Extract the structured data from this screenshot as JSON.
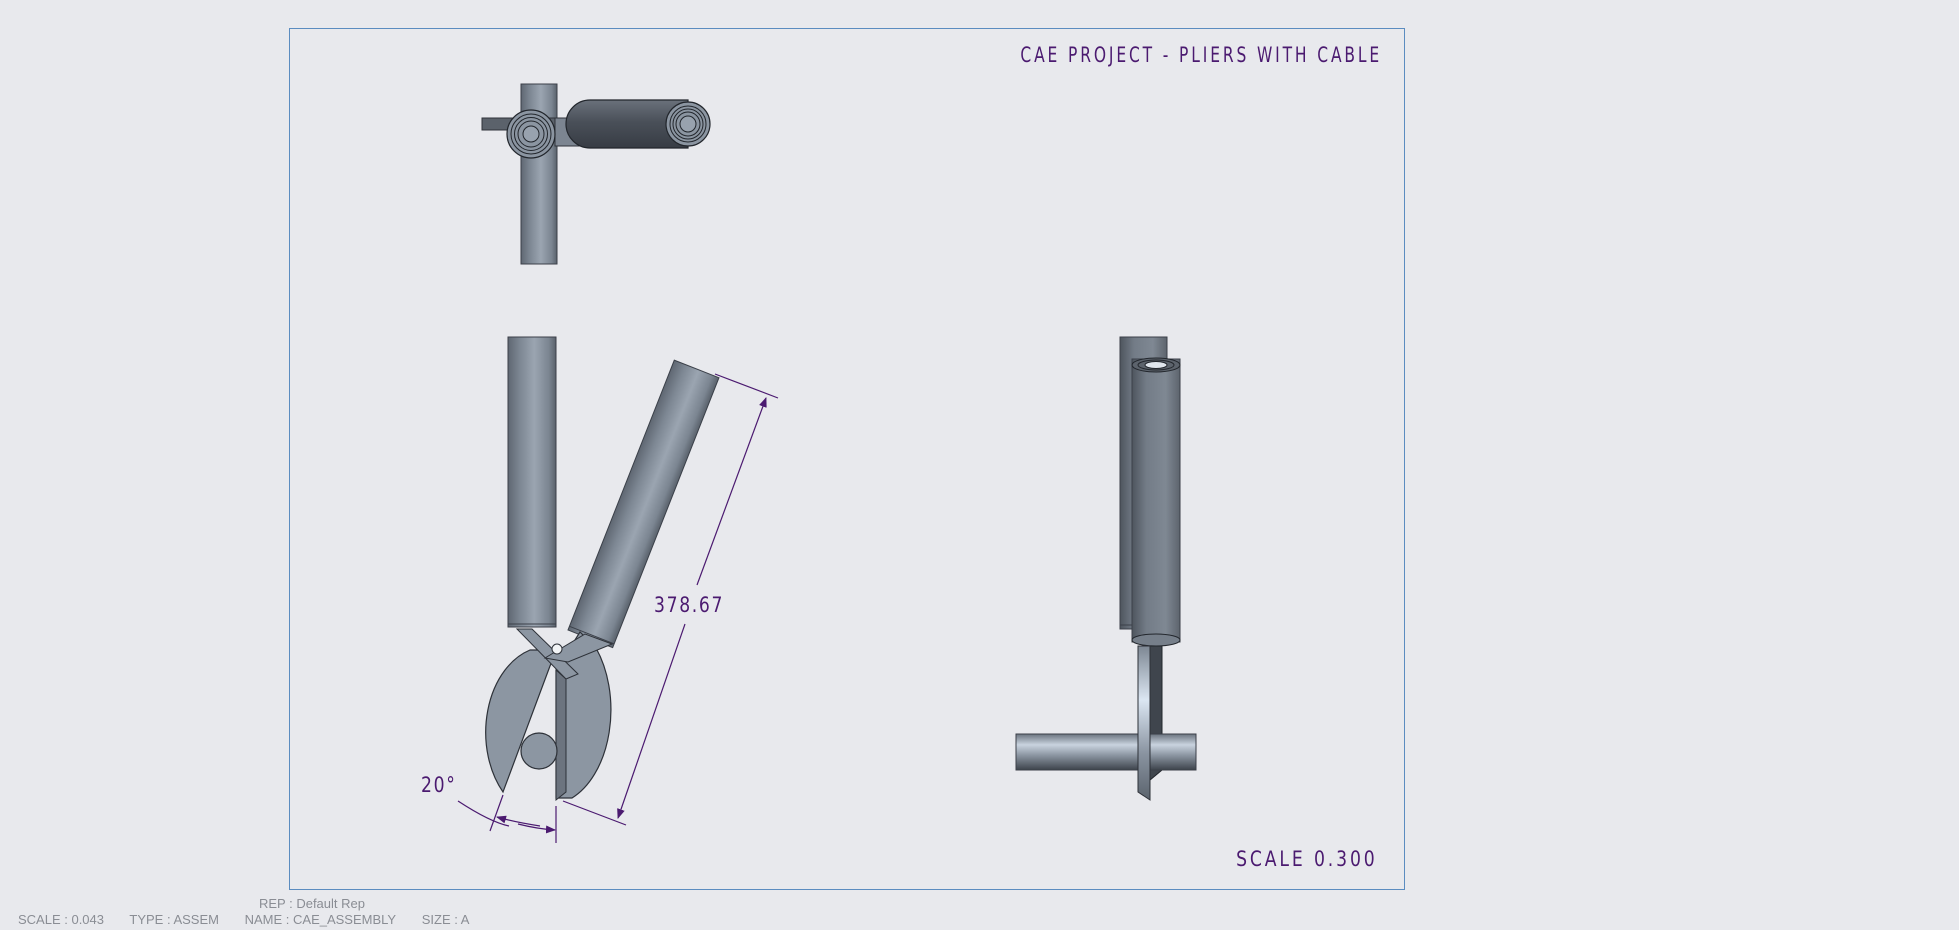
{
  "drawing": {
    "title": "CAE PROJECT - PLIERS WITH CABLE",
    "sheet_scale_label": "SCALE 0.300",
    "border_color": "#5b8cc0",
    "annotation_color": "#4b1a70",
    "part_color": "#8c96a2",
    "views": [
      {
        "name": "top-view",
        "description": "Pliers handles seen from top with cable cross-section rings"
      },
      {
        "name": "front-view",
        "description": "Pliers open at angle, jaws holding cable"
      },
      {
        "name": "right-side-view",
        "description": "Pliers side profile with cable crossing horizontally"
      }
    ],
    "dimensions": {
      "length": {
        "value": "378.67"
      },
      "angle": {
        "value": "20°"
      }
    }
  },
  "status": {
    "rep": "REP : Default Rep",
    "scale": "SCALE : 0.043",
    "type": "TYPE : ASSEM",
    "name": "NAME : CAE_ASSEMBLY",
    "size": "SIZE : A"
  }
}
